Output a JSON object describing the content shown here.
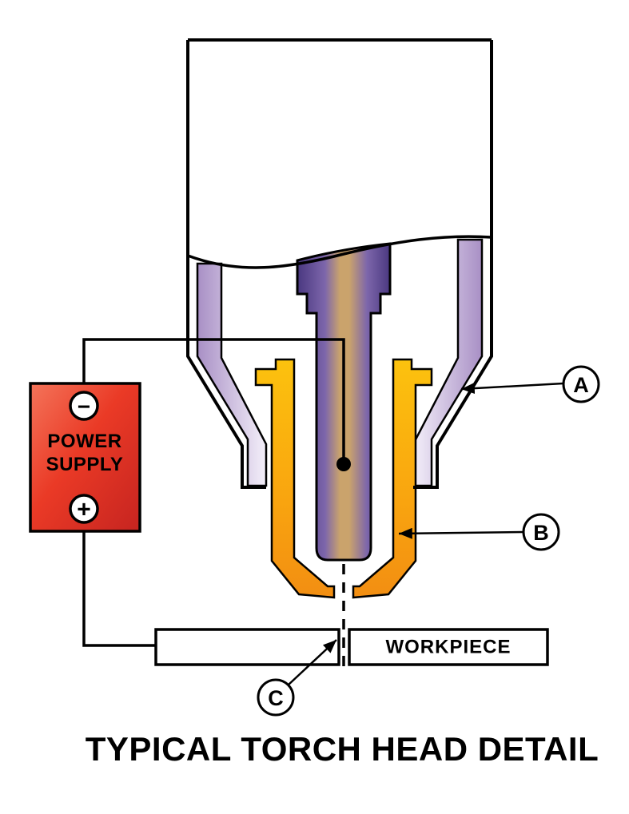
{
  "title": "TYPICAL TORCH HEAD DETAIL",
  "power_supply": {
    "label_line1": "POWER",
    "label_line2": "SUPPLY",
    "negative_terminal": "−",
    "positive_terminal": "+"
  },
  "workpiece": {
    "label": "WORKPIECE"
  },
  "callouts": {
    "a": "A",
    "b": "B",
    "c": "C"
  },
  "colors": {
    "power_supply_red": "#e8392a",
    "nozzle_gold": "#f9a90b",
    "shield_lavender": "#b29bcd",
    "electrode_purple": "#4a3880",
    "electrode_tan": "#caa36c",
    "outline_black": "#000000"
  }
}
